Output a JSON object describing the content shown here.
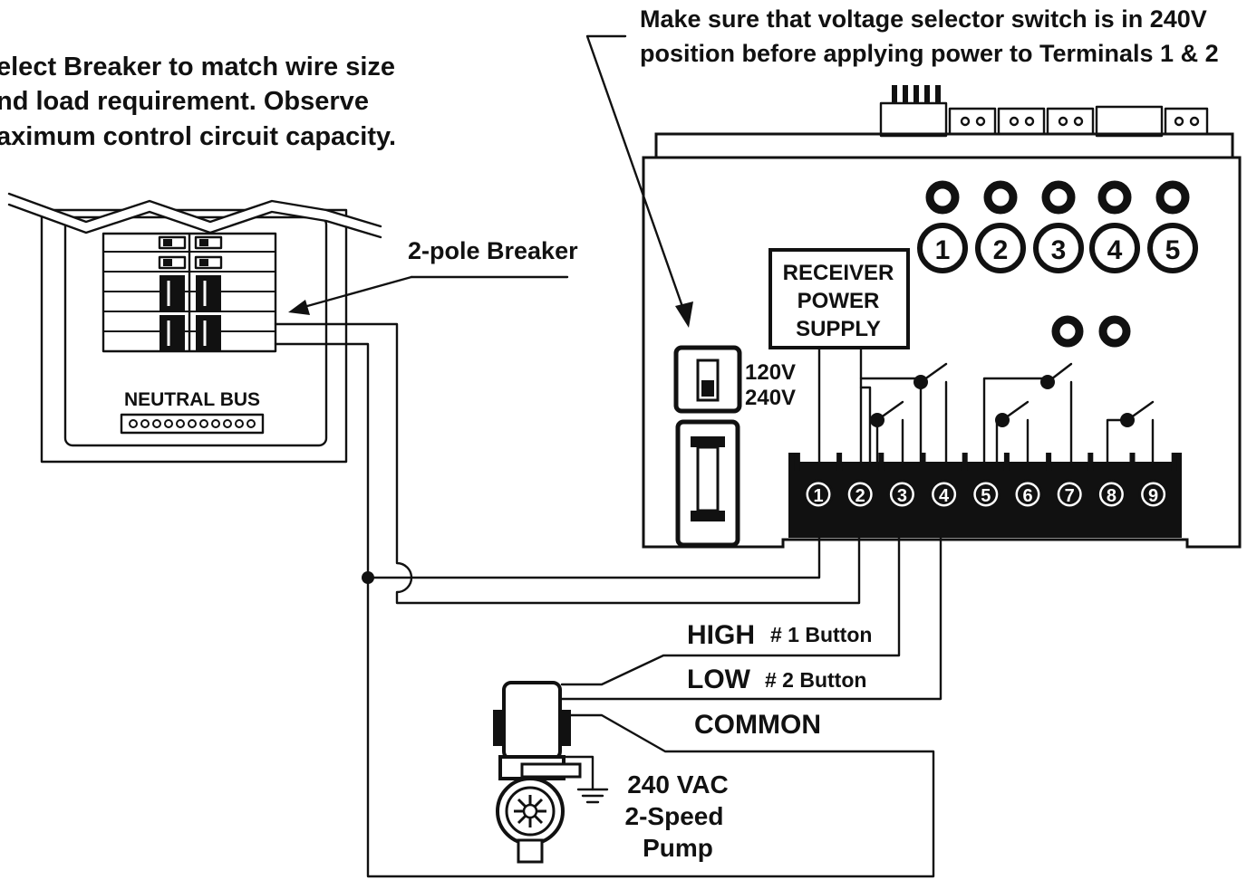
{
  "notes": {
    "breaker_lines": [
      "elect Breaker to match wire size",
      "nd load requirement.  Observe",
      "aximum control circuit capacity."
    ],
    "voltage_lines": [
      "Make sure that voltage selector switch is in 240V",
      "position before applying power to Terminals 1 & 2"
    ]
  },
  "panel": {
    "breaker_label": "2-pole Breaker",
    "neutral_bus_label": "NEUTRAL BUS"
  },
  "receiver": {
    "power_supply_lines": [
      "RECEIVER",
      "POWER",
      "SUPPLY"
    ],
    "voltage_options": [
      "120V",
      "240V"
    ],
    "buttons": [
      "1",
      "2",
      "3",
      "4",
      "5"
    ],
    "terminals": [
      "1",
      "2",
      "3",
      "4",
      "5",
      "6",
      "7",
      "8",
      "9"
    ]
  },
  "wiring": {
    "high_label": "HIGH",
    "high_button": "# 1 Button",
    "low_label": "LOW",
    "low_button": "# 2 Button",
    "common_label": "COMMON"
  },
  "pump": {
    "lines": [
      "240 VAC",
      "2-Speed",
      "Pump"
    ]
  }
}
